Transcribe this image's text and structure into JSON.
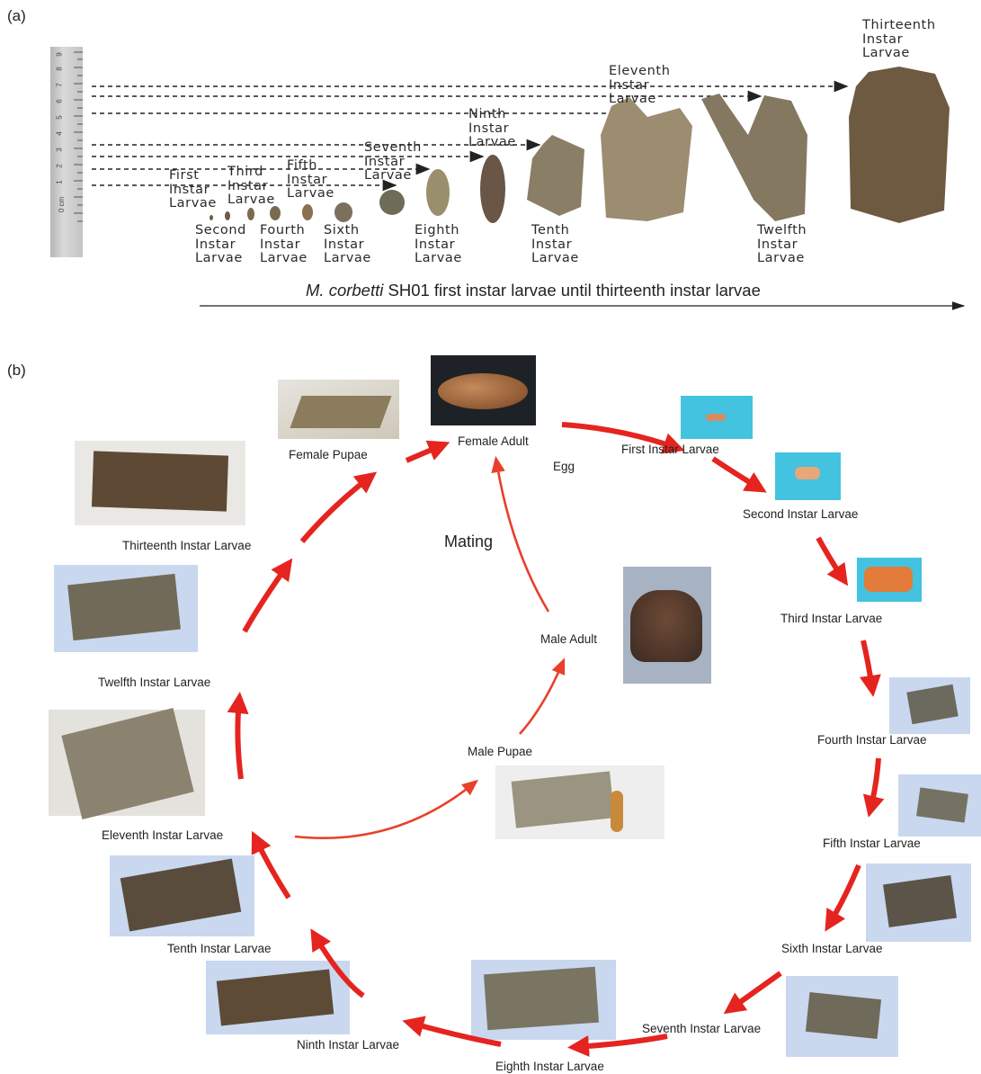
{
  "panel_a": {
    "label": "(a)",
    "caption_species": "M. corbetti",
    "caption_rest": " SH01 first instar larvae until thirteenth instar larvae",
    "stages": [
      "First\nInstar\nLarvae",
      "Second\nInstar\nLarvae",
      "Third\nInstar\nLarvae",
      "Fourth\nInstar\nLarvae",
      "Fifth\nInstar\nLarvae",
      "Sixth\nInstar\nLarvae",
      "Seventh\nInstar\nLarvae",
      "Eighth\nInstar\nLarvae",
      "Ninth\nInstar\nLarvae",
      "Tenth\nInstar\nLarvae",
      "Eleventh\nInstar\nLarvae",
      "Twelfth\nInstar\nLarvae",
      "Thirteenth\nInstar\nLarvae"
    ],
    "ruler_marks": [
      "0 cm",
      "1",
      "2",
      "3",
      "4",
      "5",
      "6",
      "7",
      "8",
      "9"
    ]
  },
  "panel_b": {
    "label": "(b)",
    "mating": "Mating",
    "egg": "Egg",
    "nodes": {
      "female_adult": "Female Adult",
      "female_pupae": "Female Pupae",
      "male_adult": "Male Adult",
      "male_pupae": "Male Pupae",
      "first": "First Instar Larvae",
      "second": "Second Instar Larvae",
      "third": "Third Instar Larvae",
      "fourth": "Fourth Instar Larvae",
      "fifth": "Fifth Instar Larvae",
      "sixth": "Sixth Instar Larvae",
      "seventh": "Seventh Instar Larvae",
      "eighth": "Eighth Instar Larvae",
      "ninth": "Ninth Instar Larvae",
      "tenth": "Tenth Instar Larvae",
      "eleventh": "Eleventh Instar Larvae",
      "twelfth": "Twelfth Instar Larvae",
      "thirteenth": "Thirteenth Instar Larvae"
    }
  },
  "colors": {
    "arrow_red": "#e52420",
    "thin_arrow": "#e8402a",
    "photo_blue": "#c9d8ef",
    "cyan_bg": "#43c3e0",
    "bark": "#7a6a52"
  }
}
